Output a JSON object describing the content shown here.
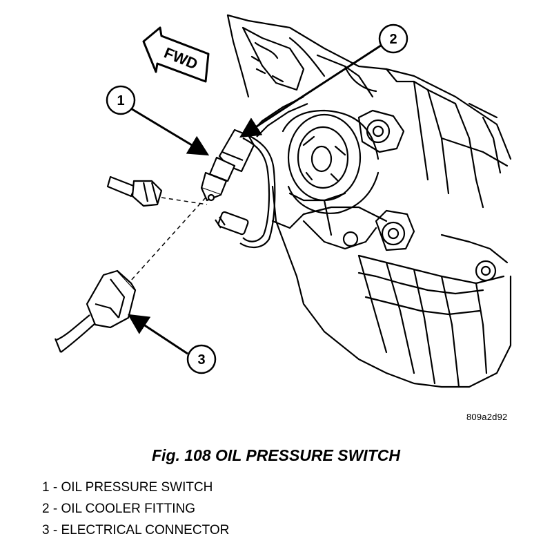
{
  "figure": {
    "direction_label": "FWD",
    "callouts": [
      "1",
      "2",
      "3"
    ],
    "image_id": "809a2d92"
  },
  "caption": "Fig. 108 OIL PRESSURE SWITCH",
  "legend": [
    {
      "number": "1",
      "text": "1 - OIL PRESSURE SWITCH"
    },
    {
      "number": "2",
      "text": "2 - OIL COOLER FITTING"
    },
    {
      "number": "3",
      "text": "3 - ELECTRICAL CONNECTOR"
    }
  ]
}
